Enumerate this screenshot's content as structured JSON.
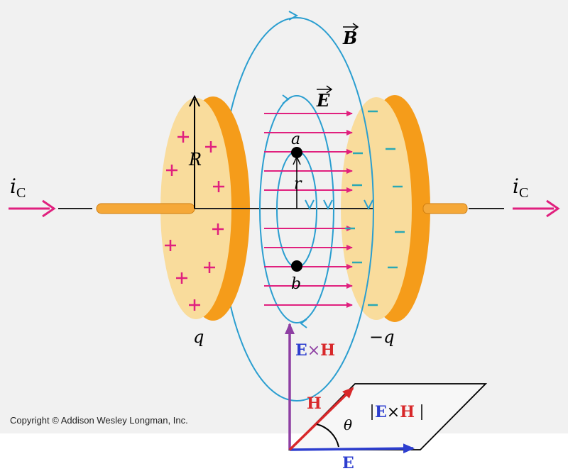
{
  "labels": {
    "i_left": "i",
    "i_left_sub": "C",
    "i_right": "i",
    "i_right_sub": "C",
    "B_field": "B",
    "E_field": "E",
    "R": "R",
    "r": "r",
    "a": "a",
    "b": "b",
    "q_pos": "q",
    "q_neg": "−q"
  },
  "vectors": {
    "ExH_E": "E",
    "ExH_times": "×",
    "ExH_H": "H",
    "H": "H",
    "theta": "θ",
    "mag_E": "E",
    "mag_times": "×",
    "mag_H": "H",
    "E": "E"
  },
  "copyright": "Copyright © Addison Wesley Longman, Inc.",
  "colors": {
    "plate_face": "#f9dc9c",
    "plate_edge": "#f59c1a",
    "field_line": "#2a9ed0",
    "e_arrow": "#e0207e",
    "charge": "#e0207e",
    "vec_E": "#2d3ecf",
    "vec_H": "#d8282a",
    "vec_ExH": "#8e3fa3"
  }
}
